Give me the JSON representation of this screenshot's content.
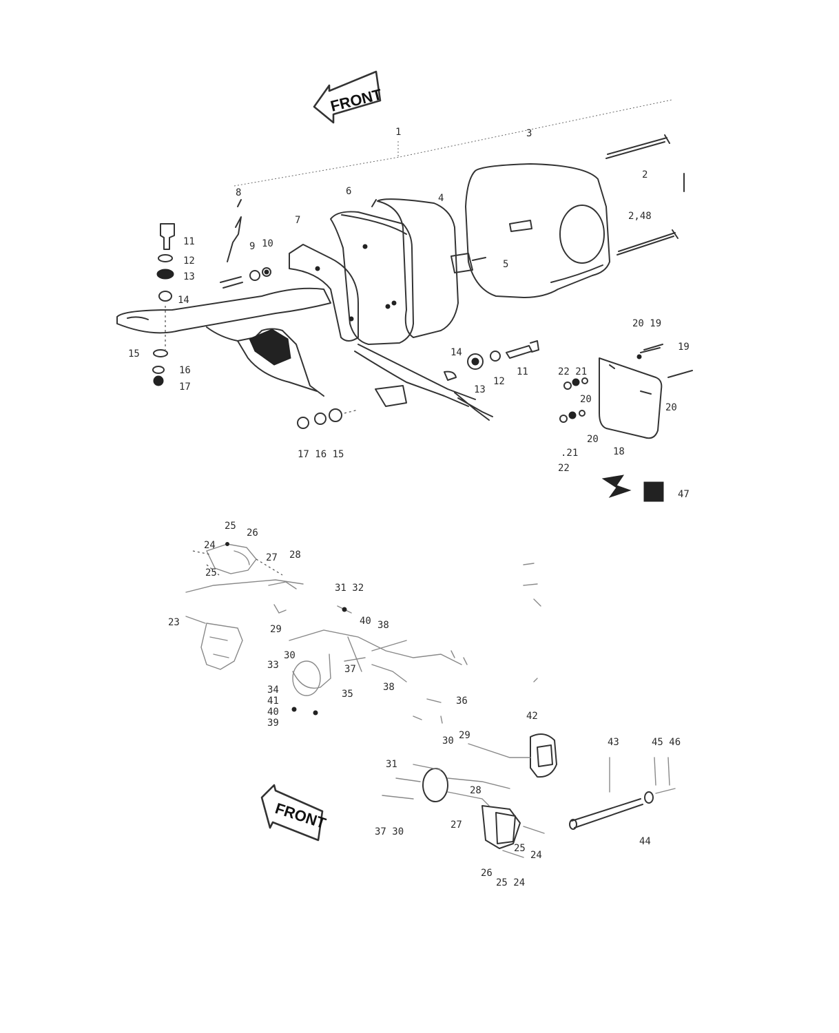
{
  "arrows": [
    {
      "id": "front-arrow-top",
      "text": "FRONT"
    },
    {
      "id": "front-arrow-bottom",
      "text": "FRONT"
    }
  ],
  "labels": {
    "top": [
      "1",
      "3",
      "2",
      "2,48",
      "6",
      "4",
      "7",
      "5",
      "8",
      "9",
      "10",
      "11",
      "12",
      "13",
      "14",
      "15",
      "16",
      "17",
      "14",
      "13",
      "12",
      "11",
      "17 16 15",
      "20 19",
      "19",
      "22 21",
      "20",
      "20",
      "20",
      ".21",
      "22",
      "18",
      "47"
    ],
    "bottom": [
      "25",
      "26",
      "24",
      "27",
      "28",
      "25",
      "23",
      "31 32",
      "40",
      "38",
      "29",
      "30",
      "33",
      "37",
      "34",
      "41",
      "40",
      "39",
      "36",
      "35",
      "38",
      "42",
      "30",
      "29",
      "43",
      "45 46",
      "31",
      "28",
      "27",
      "44",
      "37 30",
      "25",
      "24",
      "26",
      "25 24"
    ]
  }
}
